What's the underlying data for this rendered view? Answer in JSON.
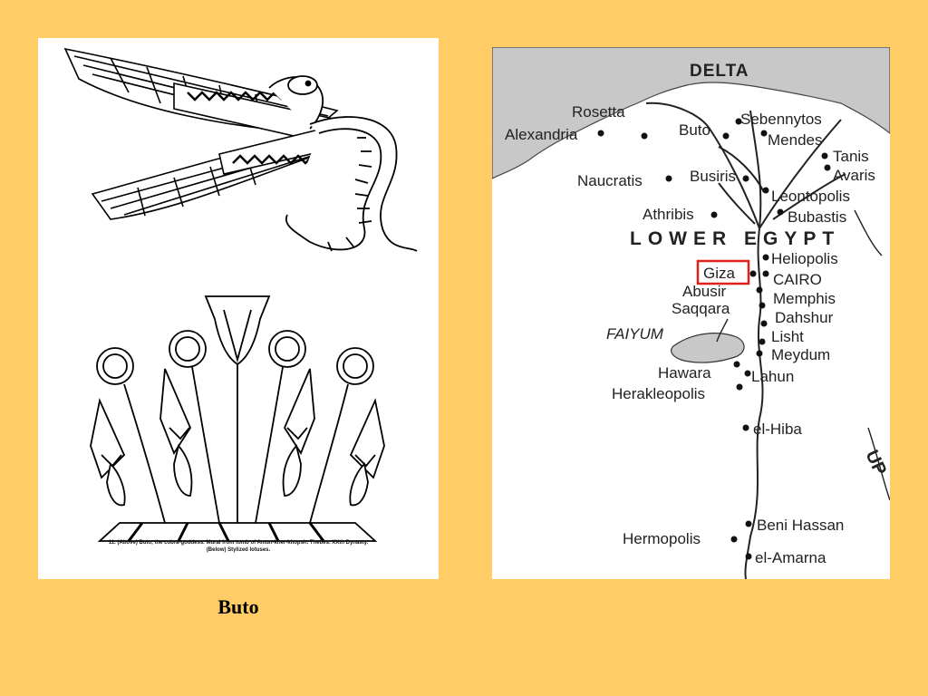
{
  "slide": {
    "caption": "Buto",
    "background_color": "#FFCC66"
  },
  "illustration": {
    "caption_text": "11. (Above) Buto, the cobra-goddess. Mural from tomb of Amun-kher-khopsh. Thebes. XXth Dynasty. (Below) Stylized lotuses."
  },
  "map": {
    "region_labels": {
      "delta": "DELTA",
      "lower_egypt": "LOWER EGYPT",
      "faiyum": "FAIYUM",
      "upper_fragment": "UP"
    },
    "places": {
      "rosetta": "Rosetta",
      "alexandria": "Alexandria",
      "buto": "Buto",
      "sebennytos": "Sebennytos",
      "mendes": "Mendes",
      "tanis": "Tanis",
      "avaris": "Avaris",
      "naucratis": "Naucratis",
      "busiris": "Busiris",
      "leontopolis": "Leontopolis",
      "athribis": "Athribis",
      "bubastis": "Bubastis",
      "heliopolis": "Heliopolis",
      "giza": "Giza",
      "cairo": "CAIRO",
      "abusir": "Abusir",
      "memphis": "Memphis",
      "saqqara": "Saqqara",
      "dahshur": "Dahshur",
      "lisht": "Lisht",
      "meydum": "Meydum",
      "hawara": "Hawara",
      "lahun": "Lahun",
      "herakleopolis": "Herakleopolis",
      "el_hiba": "el-Hiba",
      "beni_hassan": "Beni Hassan",
      "hermopolis": "Hermopolis",
      "el_amarna": "el-Amarna"
    },
    "highlighted_place": "Giza",
    "highlight_color": "#E0201A",
    "sea_color": "#C8C8C8"
  }
}
